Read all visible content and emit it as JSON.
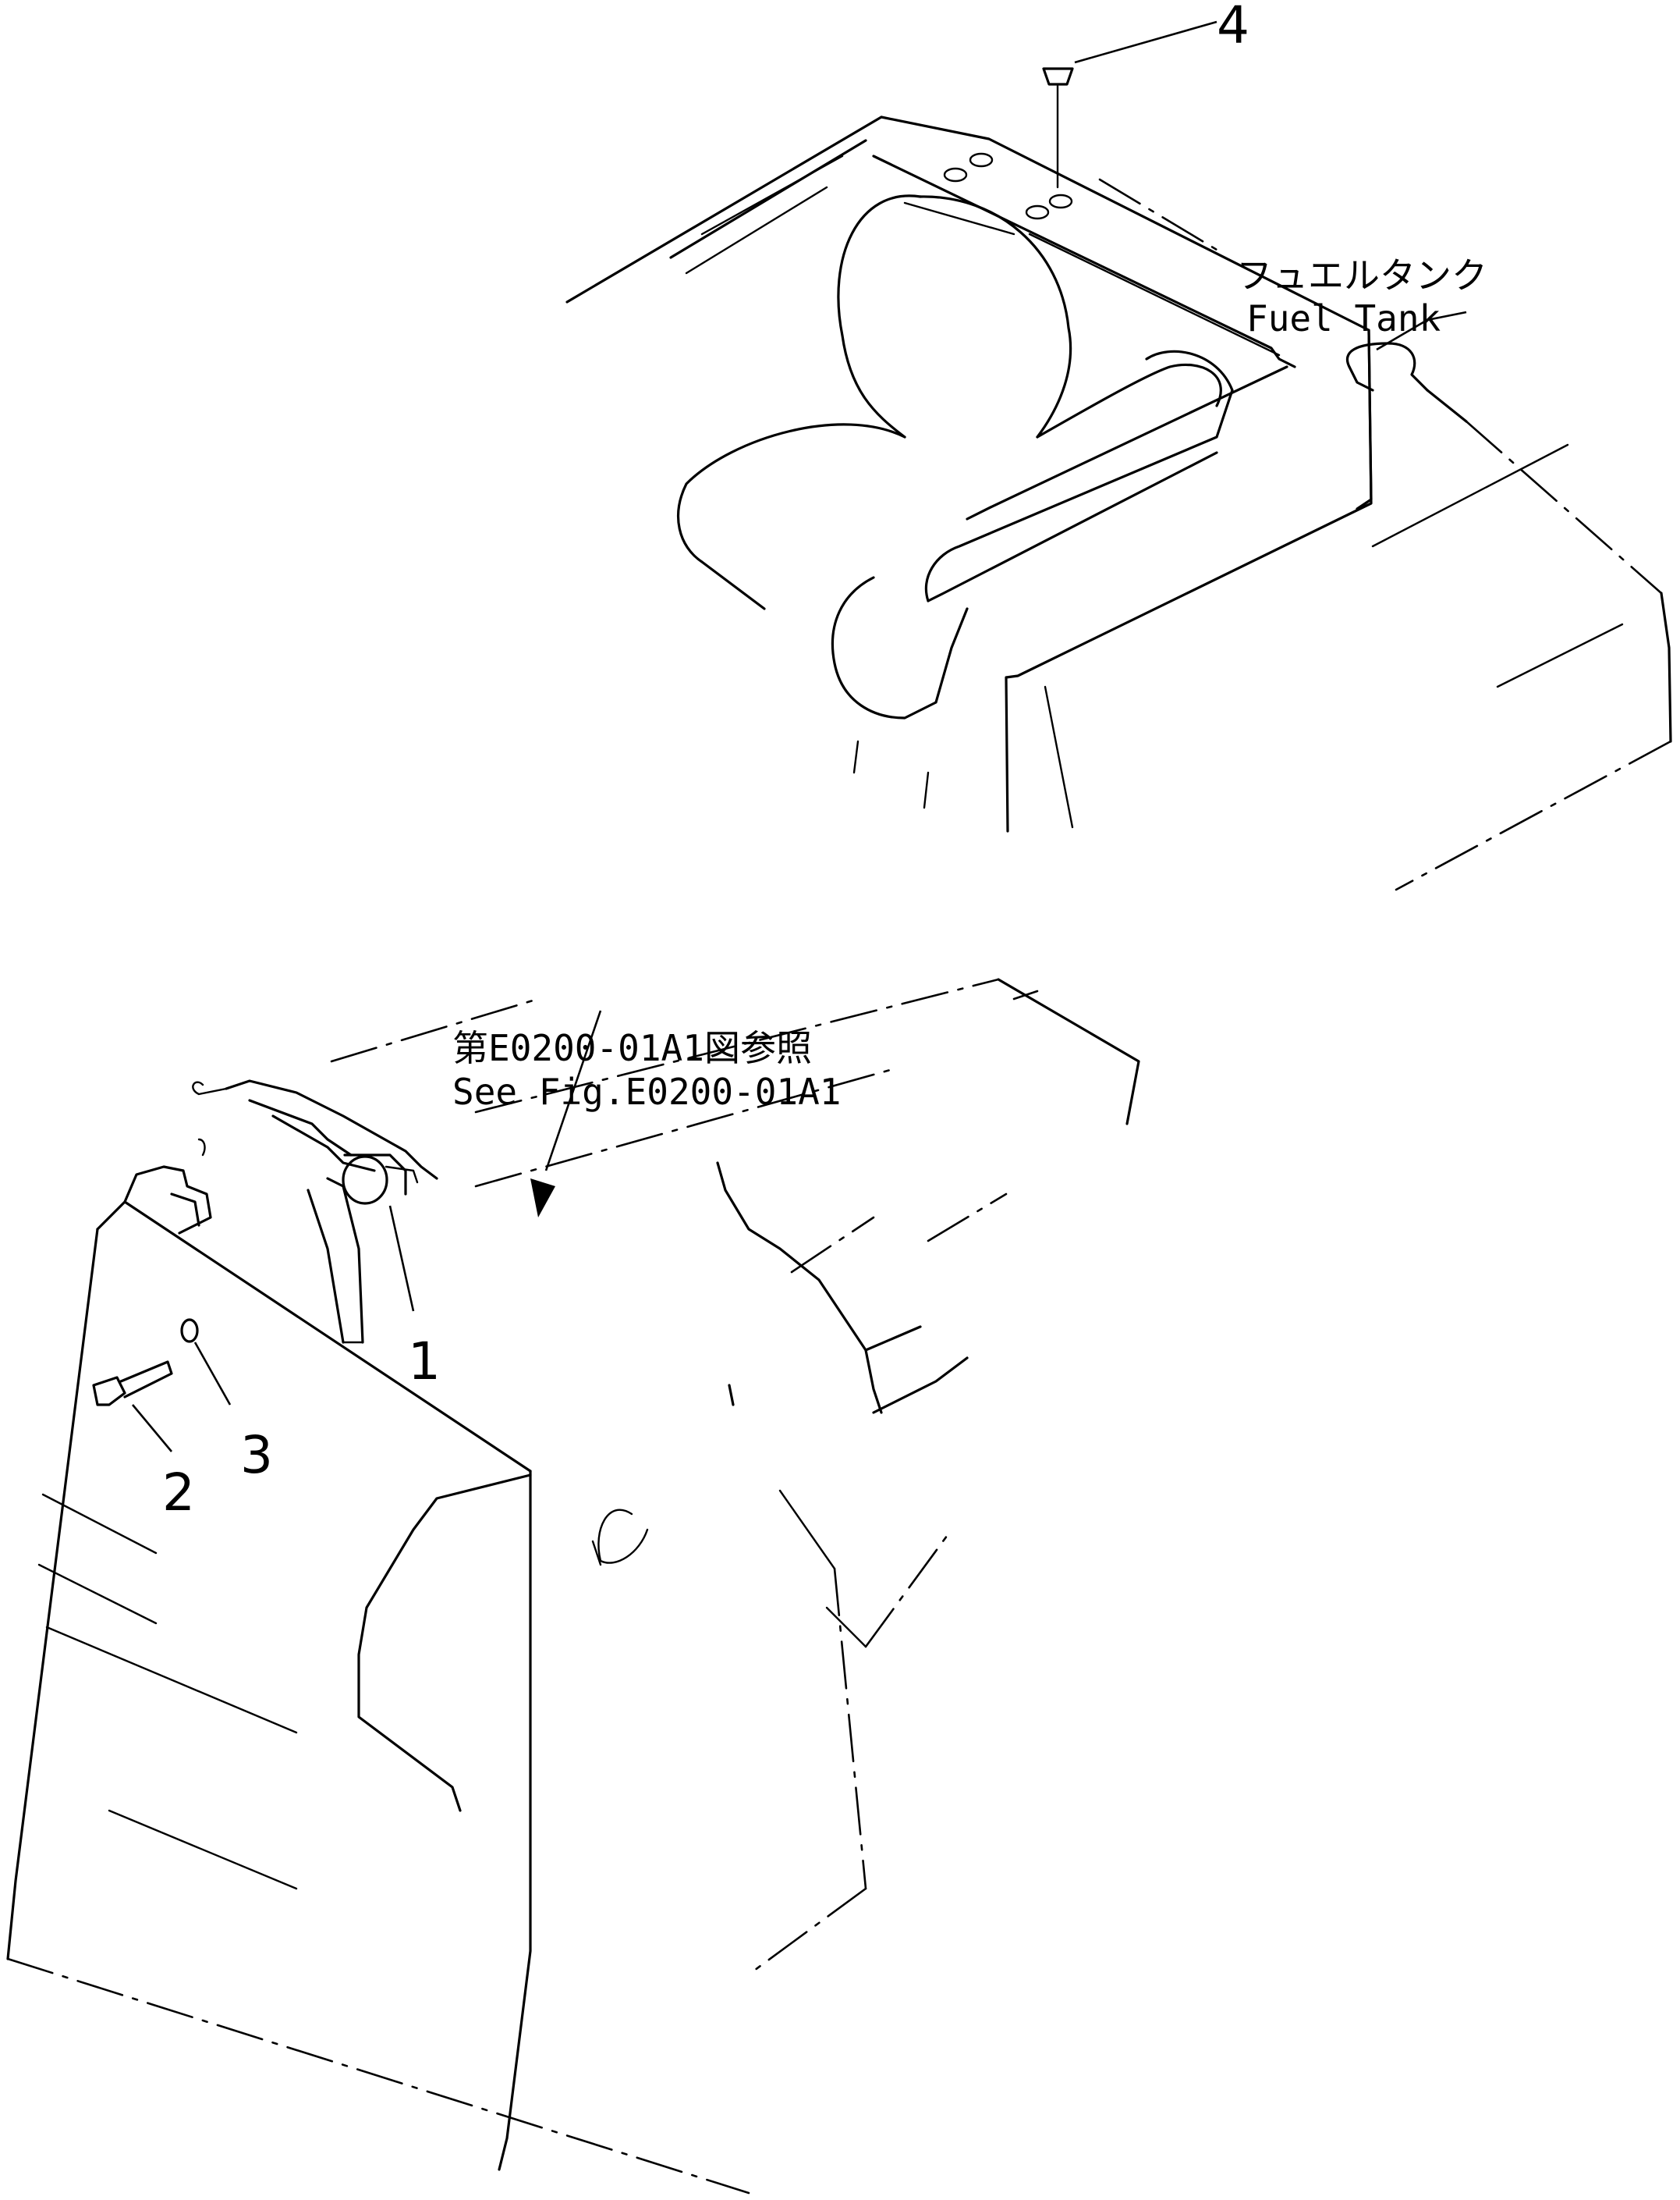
{
  "callouts": {
    "c1": "1",
    "c2": "2",
    "c3": "3",
    "c4": "4"
  },
  "notes": {
    "fuel_tank_jp": "フュエルタンク",
    "fuel_tank_en": "Fuel Tank",
    "see_fig_jp": "第E0200-01A1図参照",
    "see_fig_en": "See Fig.E0200-01A1"
  }
}
